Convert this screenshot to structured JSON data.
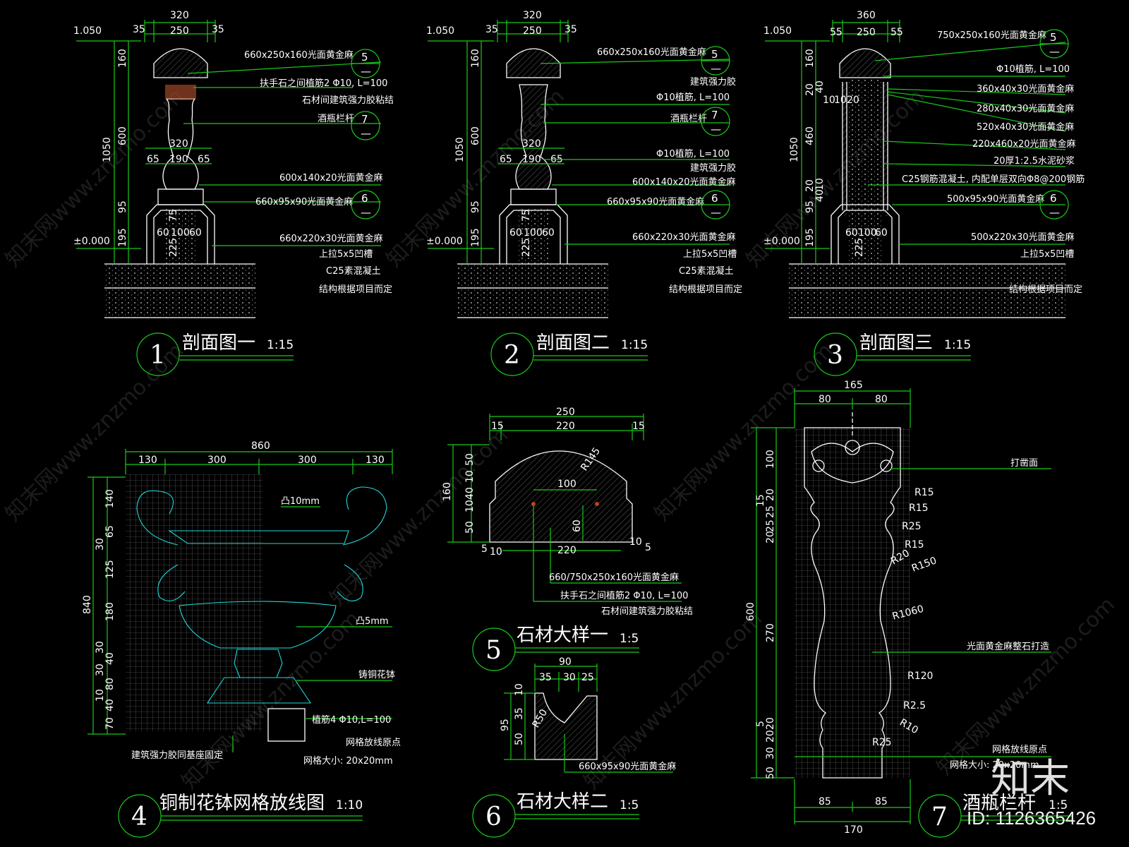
{
  "colors": {
    "background": "#000000",
    "dimension_line": "#19c919",
    "object_line": "#ffffff",
    "ornament": "#1fd8d8",
    "grid": "#6a6a6a"
  },
  "watermark": {
    "text": "知末网www.znzmo.com",
    "logo": "知末",
    "id": "ID: 1126365426"
  },
  "section1": {
    "num": "1",
    "title": "剖面图一",
    "scale": "1:15",
    "dims": {
      "top": "320",
      "side_l": "35",
      "mid": "250",
      "side_r": "35",
      "level_top": "1.050",
      "level_base": "±0.000",
      "h160": "160",
      "h1050": "1050",
      "h600": "600",
      "h95": "95",
      "h195": "195",
      "neck": "320",
      "n65a": "65",
      "n190": "190",
      "n65b": "65",
      "b60a": "60",
      "b100": "100",
      "b60b": "60",
      "b225": "225",
      "b75": "75"
    },
    "notes": [
      "660x250x160光面黄金麻",
      "扶手石之间植筋2 Φ10, L=100",
      "石材间建筑强力胶粘结",
      "酒瓶栏杆",
      "600x140x20光面黄金麻",
      "660x95x90光面黄金麻",
      "660x220x30光面黄金麻",
      "上拉5x5凹槽",
      "C25素混凝土",
      "结构根据项目而定"
    ],
    "tags": {
      "t5": "5",
      "t7": "7",
      "t6": "6",
      "dash": "—"
    }
  },
  "section2": {
    "num": "2",
    "title": "剖面图二",
    "scale": "1:15",
    "dims": {
      "top": "320",
      "side_l": "35",
      "mid": "250",
      "side_r": "35",
      "level_top": "1.050",
      "level_base": "±0.000",
      "h160": "160",
      "h1050": "1050",
      "h600": "600",
      "h95": "95",
      "h195": "195",
      "neck": "320",
      "n65a": "65",
      "n190": "190",
      "n65b": "65",
      "b60a": "60",
      "b100": "100",
      "b60b": "60",
      "b225": "225",
      "b75": "75"
    },
    "notes": [
      "660x250x160光面黄金麻",
      "建筑强力胶",
      "Φ10植筋, L=100",
      "酒瓶栏杆",
      "Φ10植筋, L=100",
      "建筑强力胶",
      "600x140x20光面黄金麻",
      "660x95x90光面黄金麻",
      "660x220x30光面黄金麻",
      "上拉5x5凹槽",
      "C25素混凝土",
      "结构根据项目而定"
    ],
    "tags": {
      "t5": "5",
      "t7": "7",
      "t6": "6",
      "dash": "—"
    }
  },
  "section3": {
    "num": "3",
    "title": "剖面图三",
    "scale": "1:15",
    "dims": {
      "top": "360",
      "side_l": "55",
      "mid": "250",
      "side_r": "55",
      "level_top": "1.050",
      "level_base": "±0.000",
      "h160": "160",
      "h1050": "1050",
      "h460": "460",
      "h95": "95",
      "h195": "195",
      "h20a": "20",
      "h40a": "40",
      "h20b": "20",
      "h10a": "10",
      "h40b": "40",
      "w10": "10",
      "w10b": "10",
      "w20": "20",
      "b60a": "60",
      "b100": "100",
      "b60b": "60",
      "b225": "225"
    },
    "notes": [
      "750x250x160光面黄金麻",
      "Φ10植筋, L=100",
      "360x40x30光面黄金麻",
      "280x40x30光面黄金麻",
      "520x40x30光面黄金麻",
      "220x460x20光面黄金麻",
      "20厚1:2.5水泥砂浆",
      "C25钢筋混凝土, 内配单层双向Φ8@200钢筋",
      "500x95x90光面黄金麻",
      "500x220x30光面黄金麻",
      "上拉5x5凹槽",
      "结构根据项目而定"
    ],
    "tags": {
      "t5": "5",
      "t6": "6",
      "dash": "—"
    }
  },
  "detail4": {
    "num": "4",
    "title": "铜制花钵网格放线图",
    "scale": "1:10",
    "dims": {
      "total": "860",
      "w130a": "130",
      "w300a": "300",
      "w300b": "300",
      "w130b": "130",
      "h840": "840",
      "h140": "140",
      "h65": "65",
      "h30a": "30",
      "h125": "125",
      "h180": "180",
      "h30b": "30",
      "h40a": "40",
      "h30c": "30",
      "h80": "80",
      "h10": "10",
      "h40b": "40",
      "h70": "70"
    },
    "notes": [
      "凸10mm",
      "凸5mm",
      "铸铜花钵",
      "植筋4 Φ10,L=100",
      "网格放线原点",
      "网格大小: 20x20mm",
      "建筑强力胶同基座固定"
    ]
  },
  "detail5": {
    "num": "5",
    "title": "石材大样一",
    "scale": "1:5",
    "dims": {
      "w250": "250",
      "w220": "220",
      "w15a": "15",
      "w15b": "15",
      "w100": "100",
      "w220b": "220",
      "r145": "R145",
      "h60": "60",
      "h160": "160",
      "h50a": "50",
      "h10a": "10",
      "h40": "40",
      "h10b": "10",
      "h50b": "50",
      "b5a": "5",
      "b10a": "10",
      "b10b": "10",
      "b5b": "5"
    },
    "notes": [
      "660/750x250x160光面黄金麻",
      "扶手石之间植筋2 Φ10, L=100",
      "石材间建筑强力胶粘结"
    ]
  },
  "detail6": {
    "num": "6",
    "title": "石材大样二",
    "scale": "1:5",
    "dims": {
      "w90": "90",
      "w35": "35",
      "w30": "30",
      "w25": "25",
      "h95": "95",
      "h10": "10",
      "h35": "35",
      "h50": "50",
      "r50": "R50"
    },
    "notes": [
      "660x95x90光面黄金麻"
    ]
  },
  "detail7": {
    "num": "7",
    "title": "酒瓶栏杆",
    "scale": "1:5",
    "dims": {
      "w165": "165",
      "w80a": "80",
      "w80b": "80",
      "w85a": "85",
      "w85b": "85",
      "w170": "170",
      "h600": "600",
      "h100": "100",
      "h15": "15",
      "h20": "20",
      "h25a": "25",
      "h25b": "25",
      "h20b": "20",
      "h270": "270",
      "h5": "5",
      "h20c": "20",
      "h20d": "20",
      "h30": "30",
      "h50": "50"
    },
    "radii": [
      "R15",
      "R15",
      "R25",
      "R15",
      "R20",
      "R150",
      "R1060",
      "R120",
      "R2.5",
      "R10",
      "R25"
    ],
    "notes": [
      "打凿面",
      "光面黄金麻整石打造",
      "网格放线原点",
      "网格大小: 20x20mm"
    ]
  }
}
